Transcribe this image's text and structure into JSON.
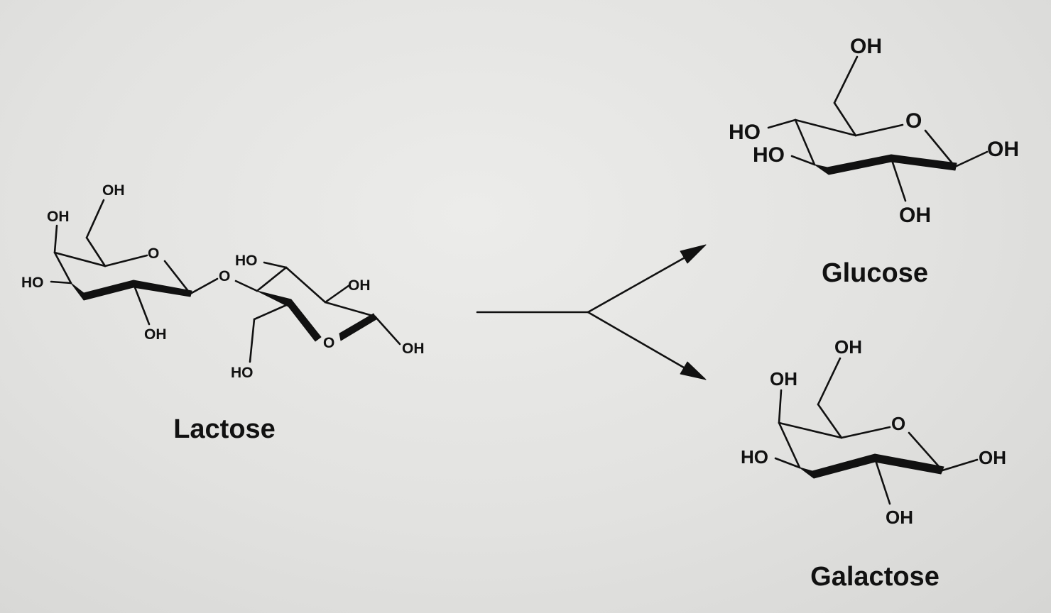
{
  "labels": {
    "lactose": "Lactose",
    "glucose": "Glucose",
    "galactose": "Galactose"
  },
  "atoms": {
    "OH": "OH",
    "HO": "HO",
    "O": "O"
  },
  "colors": {
    "ink": "#111111",
    "background": "#e4e4e2"
  }
}
